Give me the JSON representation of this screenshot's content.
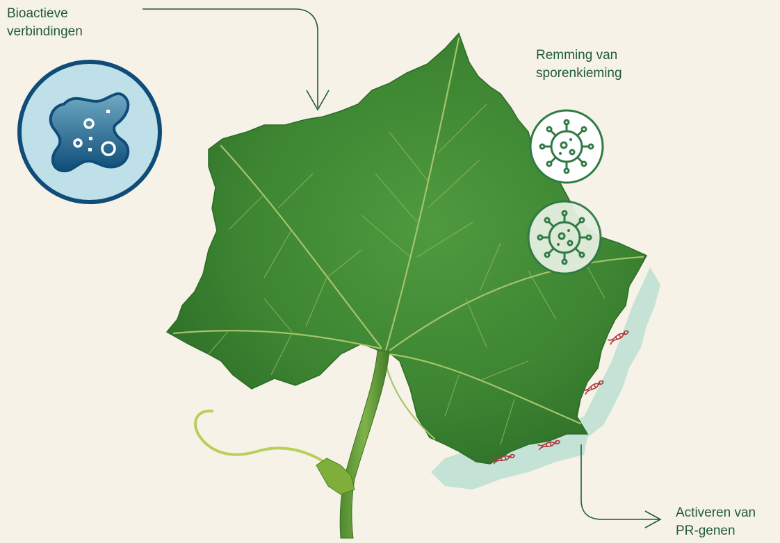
{
  "labels": {
    "bioactive": [
      "Bioactieve",
      "verbindingen"
    ],
    "spore_inhibition": [
      "Remming van",
      "sporenkieming"
    ],
    "pr_genes": [
      "Activeren van",
      "PR-genen"
    ]
  },
  "icons": {
    "bioactive": "microbe-icon",
    "spore_inhibition": "virus-icon",
    "pr_genes": "dna-icon",
    "leaf": "cucumber-leaf-illustration"
  },
  "colors": {
    "background": "#f6f2e7",
    "text": "#1f5b36",
    "arrow": "#1f5b36",
    "microbe_ring": "#0f4d78",
    "microbe_fill": "#bfe0e8",
    "virus": "#2f7a45",
    "dna": "#b0353a",
    "leaf": "#3f8a37",
    "leaf_vein": "#a7c46a",
    "treated_zone": "#bfe0d4"
  }
}
